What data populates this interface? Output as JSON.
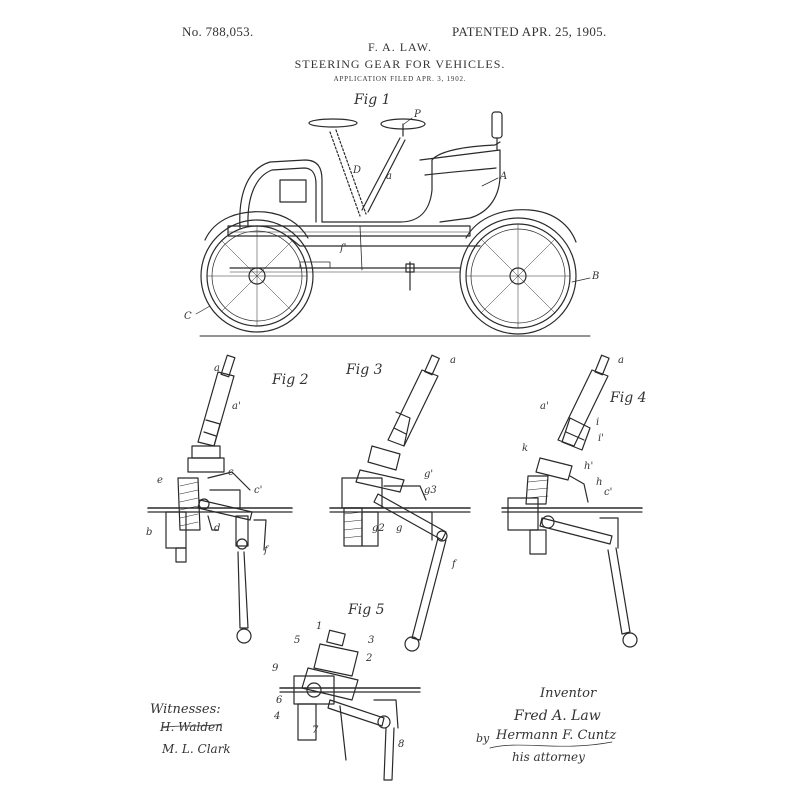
{
  "header": {
    "patent_number": "No. 788,053.",
    "patent_date": "PATENTED APR. 25, 1905.",
    "inventor_name": "F. A. LAW.",
    "title": "STEERING GEAR FOR VEHICLES.",
    "application": "APPLICATION FILED APR. 3, 1902."
  },
  "figures": {
    "fig1": "Fig 1",
    "fig2": "Fig 2",
    "fig3": "Fig 3",
    "fig4": "Fig 4",
    "fig5": "Fig 5"
  },
  "refs": {
    "fig1": [
      "P",
      "D",
      "a",
      "A",
      "f'",
      "B",
      "C"
    ],
    "fig2": [
      "a",
      "a'",
      "c",
      "e",
      "c'",
      "b",
      "d",
      "f"
    ],
    "fig3": [
      "a",
      "g'",
      "g3",
      "g2",
      "g",
      "f"
    ],
    "fig4": [
      "a",
      "a'",
      "i",
      "i'",
      "k",
      "h'",
      "h",
      "c'"
    ],
    "fig5": [
      "1",
      "5",
      "3",
      "2",
      "9",
      "6",
      "4",
      "7",
      "8"
    ]
  },
  "signatures": {
    "witnesses_label": "Witnesses:",
    "witness_1": "H. Walden",
    "witness_2": "M. L. Clark",
    "inventor_label": "Inventor",
    "inventor_signature": "Fred A. Law",
    "by": "by",
    "attorney_signature": "Hermann F. Cuntz",
    "attorney_label": "his attorney"
  }
}
